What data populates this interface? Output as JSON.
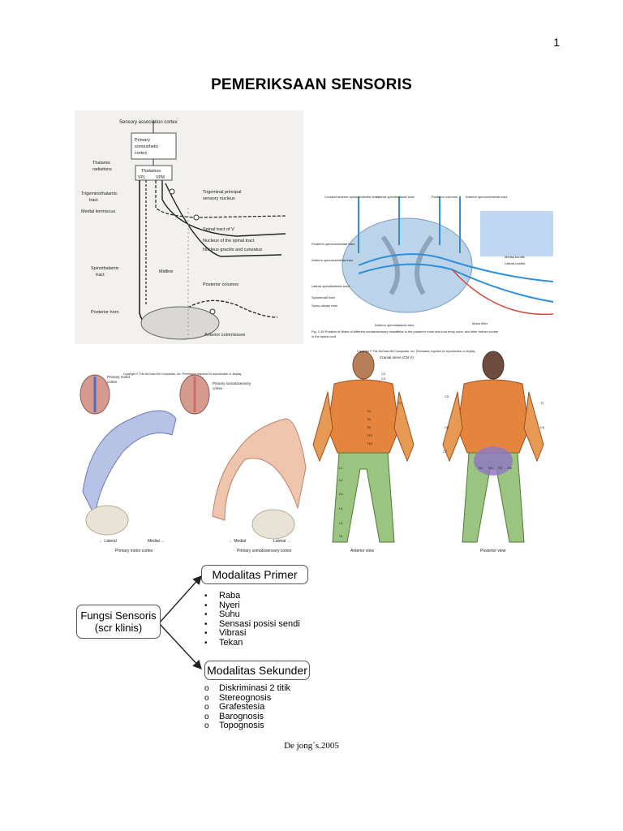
{
  "page_number": "1",
  "title": "PEMERIKSAAN SENSORIS",
  "figure_sensory_pathway": {
    "labels": [
      "Sensory association cortex",
      "Primary",
      "somesthetic",
      "cortex",
      "Thalamic",
      "radiations",
      "Thalamus",
      "VPL",
      "VPM",
      "Trigeminothalamic",
      "tract",
      "Trigeminal principal",
      "sensory nucleus",
      "Medial lemniscus",
      "Spinal tract of V",
      "Nucleus of the spinal tract",
      "Nucleus gracilis and cuneatus",
      "Spinothalamic",
      "tract",
      "Midline",
      "Posterior columns",
      "Posterior horn",
      "Anterior commissure"
    ]
  },
  "figure_spinal_cord": {
    "labels": [
      "Crossed anterior spinocerebellar tract",
      "Lateral spinothalamic tract",
      "Posterior columns",
      "Anterior spinocerebellar tract",
      "Posterior spinocerebellar tract",
      "Anterior spinocerebellar tract",
      "Lateral spinothalamic tract",
      "Spinotectal tract",
      "Spino-olivary tract",
      "Anterior spinothalamic tract",
      "Motor fiber",
      "Medial bundle",
      "Lateral bundle"
    ],
    "caption": "Fig. 1.35 Position of fibers of different somatosensory modalities in the posterior roots and root entry zone, and their further course in the spinal cord"
  },
  "figure_homunculus": {
    "labels": [
      "Primary motor cortex",
      "Primary somatosensory cortex",
      "Lateral",
      "Medial",
      "Medial",
      "Lateral"
    ],
    "copyright": "Copyright © The McGraw-Hill Companies, Inc. Permission required for reproduction or display."
  },
  "figure_dermatomes": {
    "labels": [
      "Cranial nerve (CN V)",
      "C2",
      "C3",
      "T2",
      "T4",
      "T6",
      "T8",
      "T10",
      "T12",
      "L1",
      "L2",
      "L3",
      "L4",
      "L5",
      "S1",
      "C5",
      "C6",
      "C7",
      "C8",
      "T1",
      "S2",
      "S3",
      "S4",
      "S5"
    ],
    "captions": [
      "Anterior view",
      "Posterior view"
    ],
    "copyright": "Copyright © The McGraw-Hill Companies, Inc. Permission required for reproduction or display."
  },
  "diagram": {
    "root": "Fungsi Sensoris\n(scr klinis)",
    "primary_title": "Modalitas Primer",
    "primary_items": [
      "Raba",
      "Nyeri",
      "Suhu",
      "Sensasi posisi sendi",
      "Vibrasi",
      "Tekan"
    ],
    "secondary_title": "Modalitas Sekunder",
    "secondary_items": [
      "Diskriminasi 2 titik",
      "Stereognosis",
      "Grafestesia",
      "Barognosis",
      "Topognosis"
    ]
  },
  "credit": "De jong`s.2005"
}
